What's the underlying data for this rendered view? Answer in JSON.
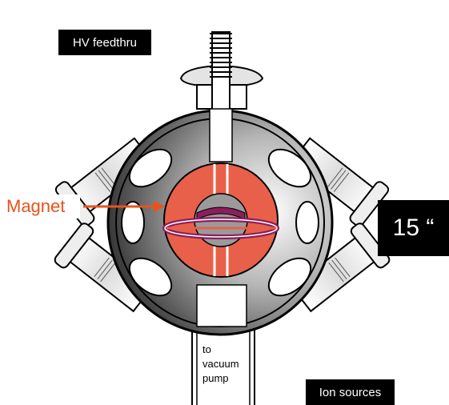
{
  "labels": {
    "hv_feedthru": "HV feedthru",
    "ion_sources": "Ion sources",
    "magnet": "Magnet",
    "chamber_size": "15 “",
    "vacuum_pump": "to\nvacuum\npump"
  },
  "colors": {
    "magnet": "#e8604a",
    "magnet_arrow": "#e8531c",
    "ring": "#8a1f5c",
    "label_background": "#000000"
  }
}
